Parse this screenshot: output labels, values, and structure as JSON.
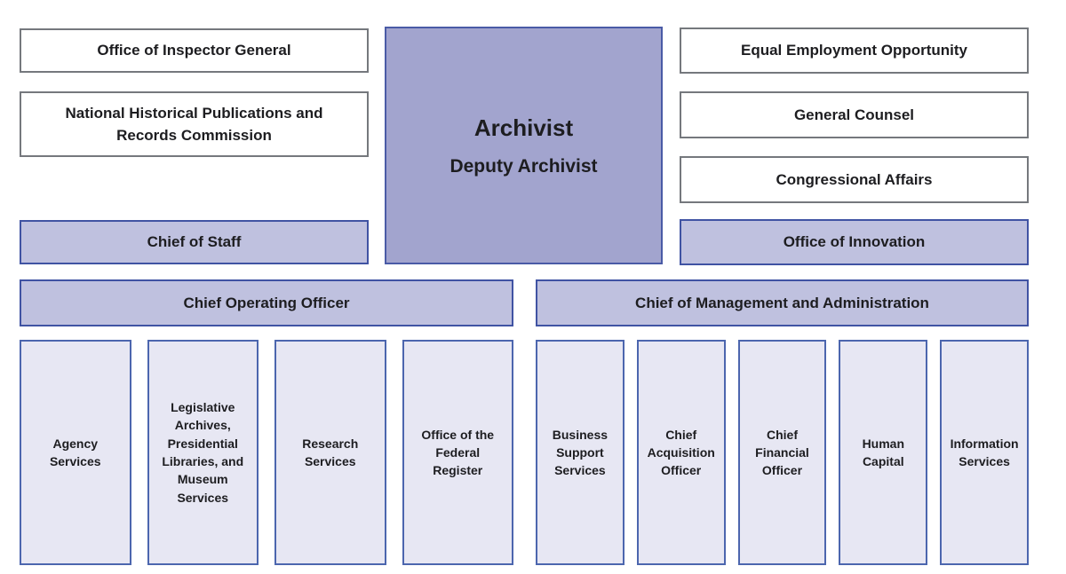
{
  "palette": {
    "main_box_fill": "#a2a4ce",
    "leadership_box_fill": "#bfc1df",
    "division_box_fill": "#e7e7f3",
    "blue_border": "#4053a3",
    "gray_border": "#75787d",
    "text": "#1d1d20",
    "background": "#ffffff"
  },
  "org": {
    "center": {
      "title": "Archivist",
      "subtitle": "Deputy Archivist"
    },
    "left_offices": {
      "oig": "Office of Inspector General",
      "nhprc": "National Historical Publications and Records Commission",
      "chief_of_staff": "Chief of Staff"
    },
    "right_offices": {
      "eeo": "Equal Employment Opportunity",
      "general_counsel": "General Counsel",
      "congressional_affairs": "Congressional Affairs",
      "office_of_innovation": "Office of Innovation"
    },
    "executives": {
      "coo": "Chief Operating Officer",
      "cma": "Chief of Management and Administration"
    },
    "coo_divisions": [
      "Agency Services",
      "Legislative Archives, Presidential Libraries, and Museum Services",
      "Research Services",
      "Office of the Federal Register"
    ],
    "cma_divisions": [
      "Business Support Services",
      "Chief Acquisition Officer",
      "Chief Financial Officer",
      "Human Capital",
      "Information Services"
    ]
  }
}
